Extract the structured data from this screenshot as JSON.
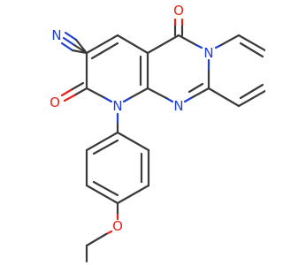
{
  "molecule": {
    "atoms": {
      "nitrile_n": "N",
      "carbonyl_o_top": "O",
      "carbonyl_o_left": "O",
      "ring_n_right": "N",
      "ring_n_middle": "N",
      "ring_n_bottom": "N",
      "ether_o": "O"
    },
    "colors": {
      "bond": "#3a3a3a",
      "nitrogen": "#1f3fd6",
      "oxygen": "#e8221b",
      "background": "#ffffff"
    }
  }
}
